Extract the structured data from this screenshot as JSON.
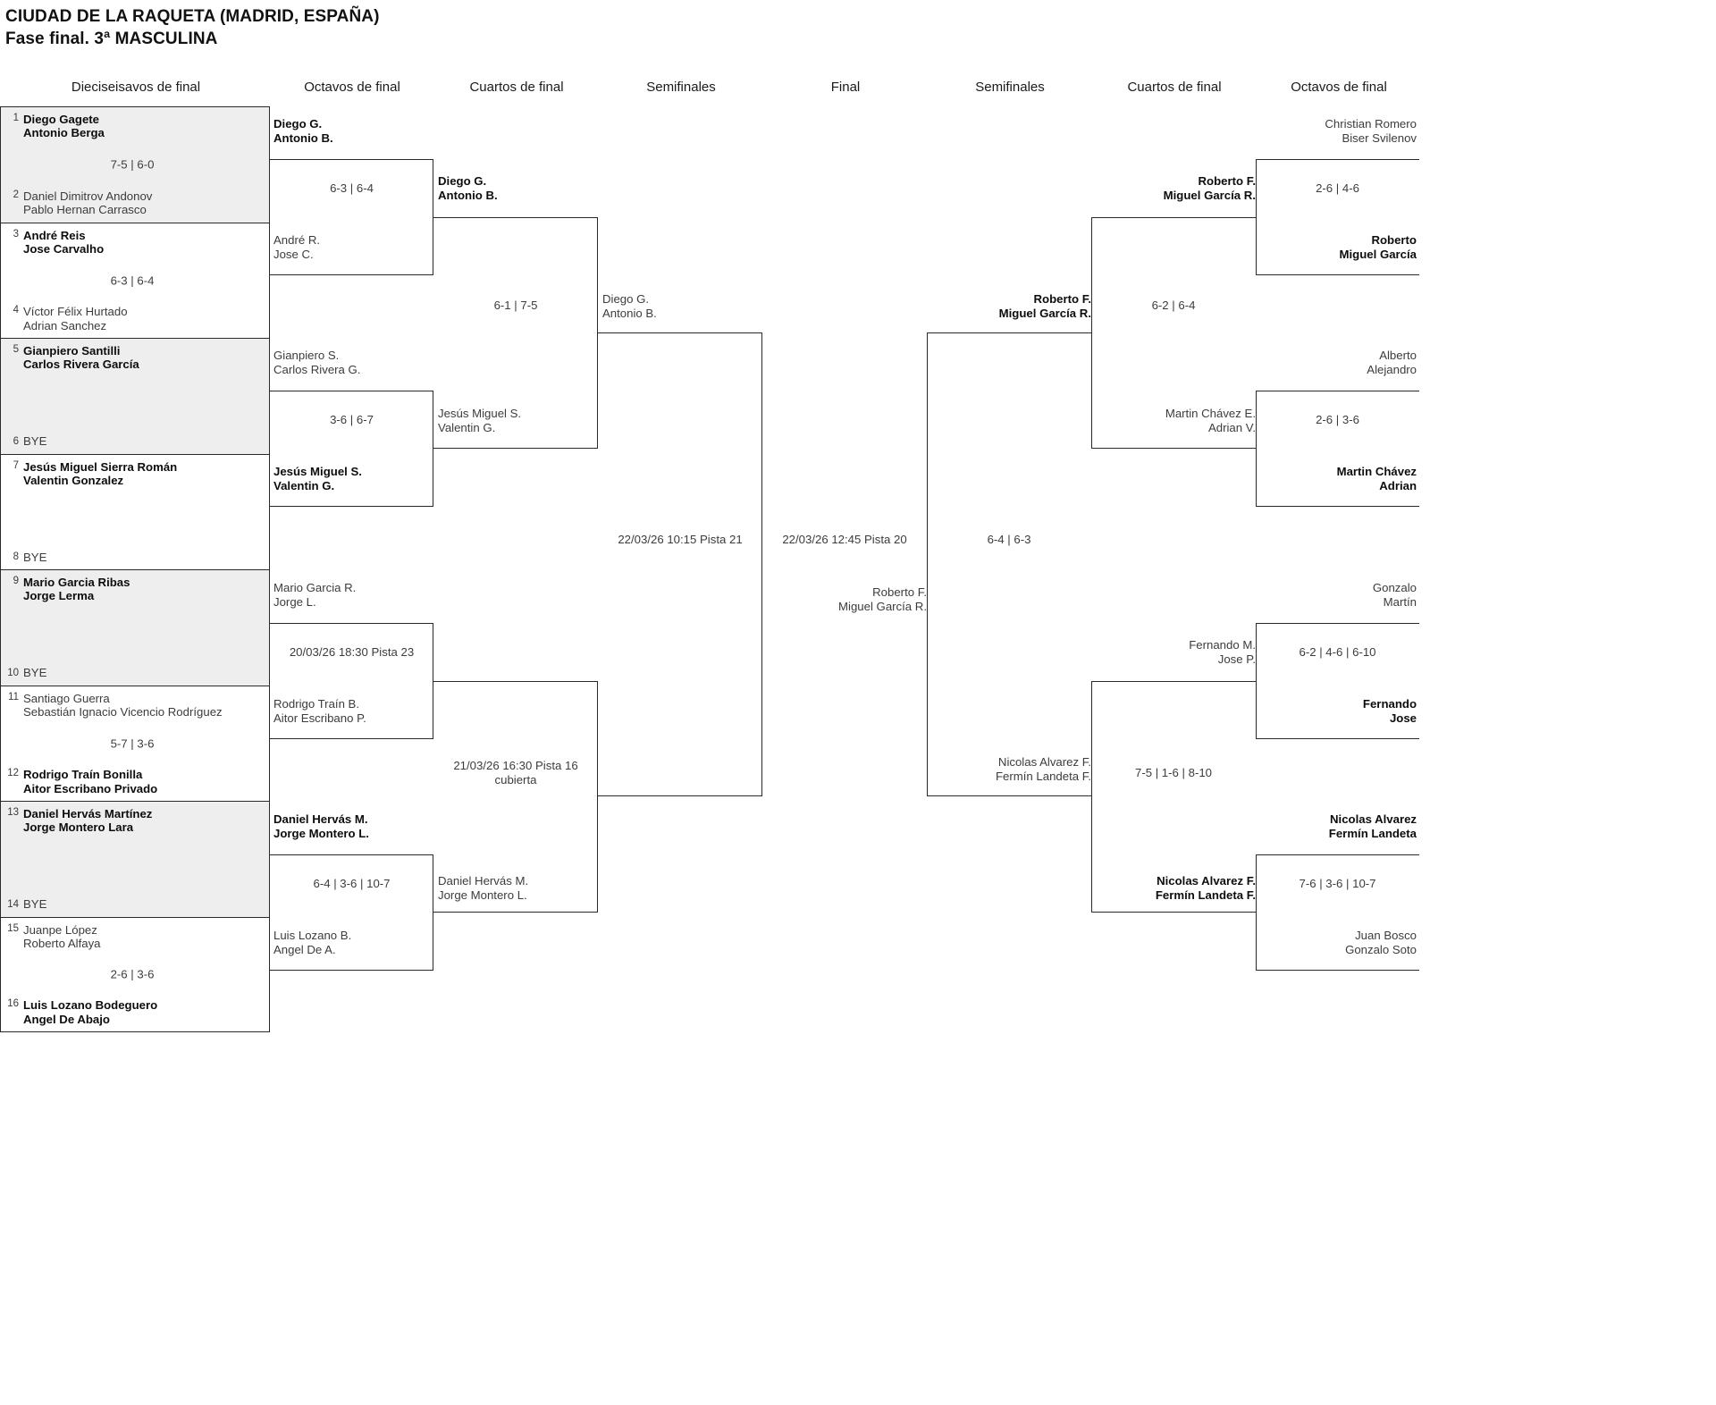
{
  "title": {
    "line1": "CIUDAD DE LA RAQUETA (MADRID, ESPAÑA)",
    "line2": "Fase final. 3ª MASCULINA"
  },
  "headers": [
    {
      "label": "Dieciseisavos de final"
    },
    {
      "label": "Octavos de final"
    },
    {
      "label": "Cuartos de final"
    },
    {
      "label": "Semifinales"
    },
    {
      "label": "Final"
    },
    {
      "label": "Semifinales"
    },
    {
      "label": "Cuartos de final"
    },
    {
      "label": "Octavos de final"
    }
  ],
  "seeds": [
    {
      "num": "1",
      "names": [
        "Diego Gagete",
        "Antonio Berga"
      ],
      "winner": true,
      "bye": false
    },
    {
      "num": "2",
      "names": [
        "Daniel Dimitrov Andonov",
        "Pablo Hernan Carrasco"
      ],
      "winner": false,
      "bye": false
    },
    {
      "num": "3",
      "names": [
        "André Reis",
        "Jose Carvalho"
      ],
      "winner": true,
      "bye": false
    },
    {
      "num": "4",
      "names": [
        "Víctor Félix Hurtado",
        "Adrian Sanchez"
      ],
      "winner": false,
      "bye": false
    },
    {
      "num": "5",
      "names": [
        "Gianpiero Santilli",
        "Carlos Rivera García"
      ],
      "winner": true,
      "bye": false
    },
    {
      "num": "6",
      "names": [
        "BYE"
      ],
      "winner": false,
      "bye": true
    },
    {
      "num": "7",
      "names": [
        "Jesús Miguel Sierra Román",
        "Valentin Gonzalez"
      ],
      "winner": true,
      "bye": false
    },
    {
      "num": "8",
      "names": [
        "BYE"
      ],
      "winner": false,
      "bye": true
    },
    {
      "num": "9",
      "names": [
        "Mario Garcia Ribas",
        "Jorge Lerma"
      ],
      "winner": true,
      "bye": false
    },
    {
      "num": "10",
      "names": [
        "BYE"
      ],
      "winner": false,
      "bye": true
    },
    {
      "num": "11",
      "names": [
        "Santiago Guerra",
        "Sebastián Ignacio Vicencio Rodríguez"
      ],
      "winner": false,
      "bye": false
    },
    {
      "num": "12",
      "names": [
        "Rodrigo Traín Bonilla",
        "Aitor Escribano Privado"
      ],
      "winner": true,
      "bye": false
    },
    {
      "num": "13",
      "names": [
        "Daniel Hervás Martínez",
        "Jorge Montero Lara"
      ],
      "winner": true,
      "bye": false
    },
    {
      "num": "14",
      "names": [
        "BYE"
      ],
      "winner": false,
      "bye": true
    },
    {
      "num": "15",
      "names": [
        "Juanpe López",
        "Roberto Alfaya"
      ],
      "winner": false,
      "bye": false
    },
    {
      "num": "16",
      "names": [
        "Luis Lozano Bodeguero",
        "Angel De Abajo"
      ],
      "winner": true,
      "bye": false
    }
  ],
  "seed_scores": [
    {
      "text": "7-5 | 6-0"
    },
    {
      "text": "6-3 | 6-4"
    },
    {
      "text": ""
    },
    {
      "text": ""
    },
    {
      "text": ""
    },
    {
      "text": "5-7 | 3-6"
    },
    {
      "text": ""
    },
    {
      "text": "2-6 | 3-6"
    }
  ],
  "left": {
    "octavos": [
      {
        "names": [
          "Diego G.",
          "Antonio B."
        ],
        "winner": true
      },
      {
        "names": [
          "André R.",
          "Jose C."
        ],
        "winner": false
      },
      {
        "names": [
          "Gianpiero S.",
          "Carlos Rivera G."
        ],
        "winner": false
      },
      {
        "names": [
          "Jesús Miguel S.",
          "Valentin G."
        ],
        "winner": true
      },
      {
        "names": [
          "Mario Garcia R.",
          "Jorge L."
        ],
        "winner": false
      },
      {
        "names": [
          "Rodrigo Traín B.",
          "Aitor Escribano P."
        ],
        "winner": false
      },
      {
        "names": [
          "Daniel Hervás M.",
          "Jorge Montero L."
        ],
        "winner": true
      },
      {
        "names": [
          "Luis Lozano B.",
          "Angel De A."
        ],
        "winner": false
      }
    ],
    "octavos_scores": [
      {
        "text": "6-3 | 6-4"
      },
      {
        "text": "3-6 | 6-7"
      },
      {
        "text": "20/03/26 18:30 Pista 23"
      },
      {
        "text": "6-4 | 3-6 | 10-7"
      }
    ],
    "cuartos": [
      {
        "names": [
          "Diego G.",
          "Antonio B."
        ],
        "winner": true
      },
      {
        "names": [
          "Jesús Miguel S.",
          "Valentin G."
        ],
        "winner": false
      },
      {
        "names": [
          "Daniel Hervás M.",
          "Jorge Montero L."
        ],
        "winner": false
      }
    ],
    "cuartos_scores": [
      {
        "text": "6-1 | 7-5"
      },
      {
        "text": "21/03/26 16:30 Pista 16 cubierta"
      }
    ],
    "semi": [
      {
        "names": [
          "Diego G.",
          "Antonio B."
        ],
        "winner": false
      }
    ],
    "semi_scores": [
      {
        "text": "22/03/26 10:15 Pista 21"
      }
    ]
  },
  "final": {
    "score": "22/03/26 12:45 Pista 20",
    "pair": {
      "names": [
        "Roberto F.",
        "Miguel García R."
      ],
      "winner": false
    }
  },
  "right": {
    "semi": [
      {
        "names": [
          "Roberto F.",
          "Miguel García R."
        ],
        "winner": true
      },
      {
        "names": [
          "Nicolas Alvarez F.",
          "Fermín Landeta F."
        ],
        "winner": false
      }
    ],
    "semi_scores": [
      {
        "text": "6-4 | 6-3"
      }
    ],
    "cuartos": [
      {
        "names": [
          "Roberto F.",
          "Miguel García R."
        ],
        "winner": true
      },
      {
        "names": [
          "Martin Chávez E.",
          "Adrian V."
        ],
        "winner": false
      },
      {
        "names": [
          "Fernando M.",
          "Jose P."
        ],
        "winner": false
      },
      {
        "names": [
          "Nicolas Alvarez F.",
          "Fermín Landeta F."
        ],
        "winner": true
      }
    ],
    "cuartos_scores": [
      {
        "text": "6-2 | 6-4"
      },
      {
        "text": "7-5 | 1-6 | 8-10"
      }
    ],
    "octavos": [
      {
        "names": [
          "Christian Romero",
          "Biser Svilenov"
        ],
        "winner": false
      },
      {
        "names": [
          "Roberto",
          "Miguel García"
        ],
        "winner": true
      },
      {
        "names": [
          "Alberto",
          "Alejandro"
        ],
        "winner": false
      },
      {
        "names": [
          "Martin Chávez",
          "Adrian"
        ],
        "winner": true
      },
      {
        "names": [
          "Gonzalo",
          "Martín"
        ],
        "winner": false
      },
      {
        "names": [
          "Fernando",
          "Jose"
        ],
        "winner": true
      },
      {
        "names": [
          "Nicolas Alvarez",
          "Fermín Landeta"
        ],
        "winner": true
      },
      {
        "names": [
          "Juan Bosco",
          "Gonzalo Soto"
        ],
        "winner": false
      }
    ],
    "octavos_scores": [
      {
        "text": "2-6 | 4-6"
      },
      {
        "text": "2-6 | 3-6"
      },
      {
        "text": "6-2 | 4-6 | 6-10"
      },
      {
        "text": "7-6 | 3-6 | 10-7"
      }
    ]
  }
}
